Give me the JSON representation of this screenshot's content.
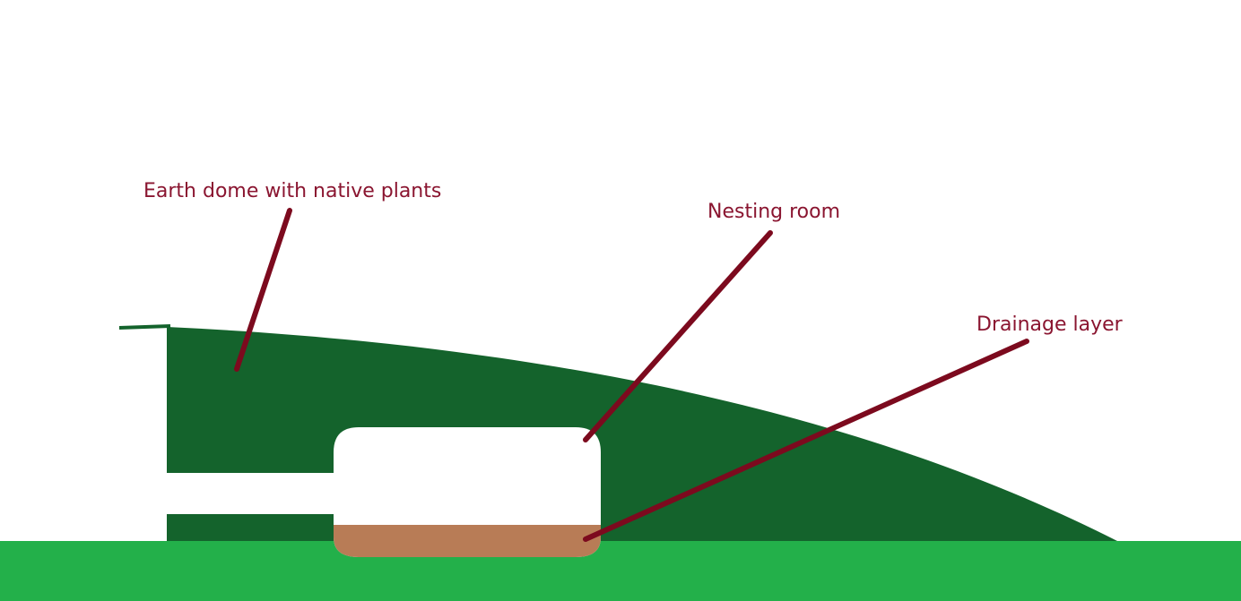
{
  "labels": {
    "earth_dome": "Earth dome with native plants",
    "nesting_room": "Nesting room",
    "drainage_layer": "Drainage layer"
  },
  "colors": {
    "background": "#ffffff",
    "ground": "#23b04a",
    "dome": "#14632c",
    "room": "#ffffff",
    "drainage": "#b87c56",
    "leader": "#7c0a1e",
    "label_text": "#8a1530"
  }
}
